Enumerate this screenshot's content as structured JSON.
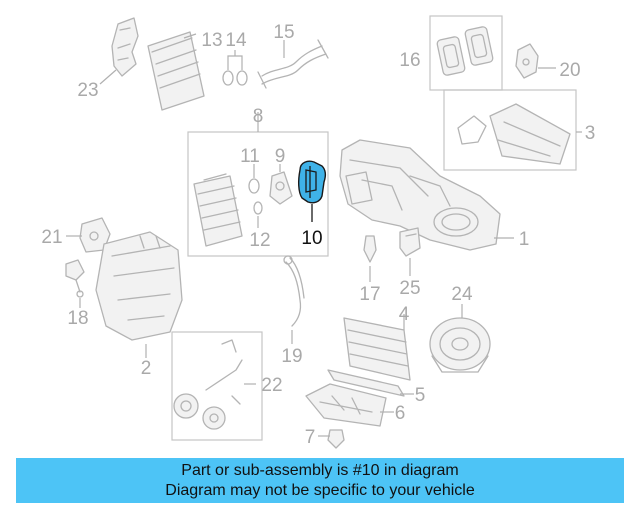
{
  "callouts": {
    "c1": "1",
    "c2": "2",
    "c3": "3",
    "c4": "4",
    "c5": "5",
    "c6": "6",
    "c7": "7",
    "c8": "8",
    "c9": "9",
    "c10": "10",
    "c11": "11",
    "c12": "12",
    "c13": "13",
    "c14": "14",
    "c15": "15",
    "c16": "16",
    "c17": "17",
    "c18": "18",
    "c19": "19",
    "c20": "20",
    "c21": "21",
    "c22": "22",
    "c23": "23",
    "c24": "24",
    "c25": "25"
  },
  "highlighted_part": "10",
  "colors": {
    "highlight": "#3fb2e8",
    "banner": "#4dc4f6",
    "line_art": "#b4b4b4"
  },
  "banner": {
    "line1": "Part or sub-assembly is #10 in diagram",
    "line2": "Diagram may not be specific to your vehicle"
  }
}
